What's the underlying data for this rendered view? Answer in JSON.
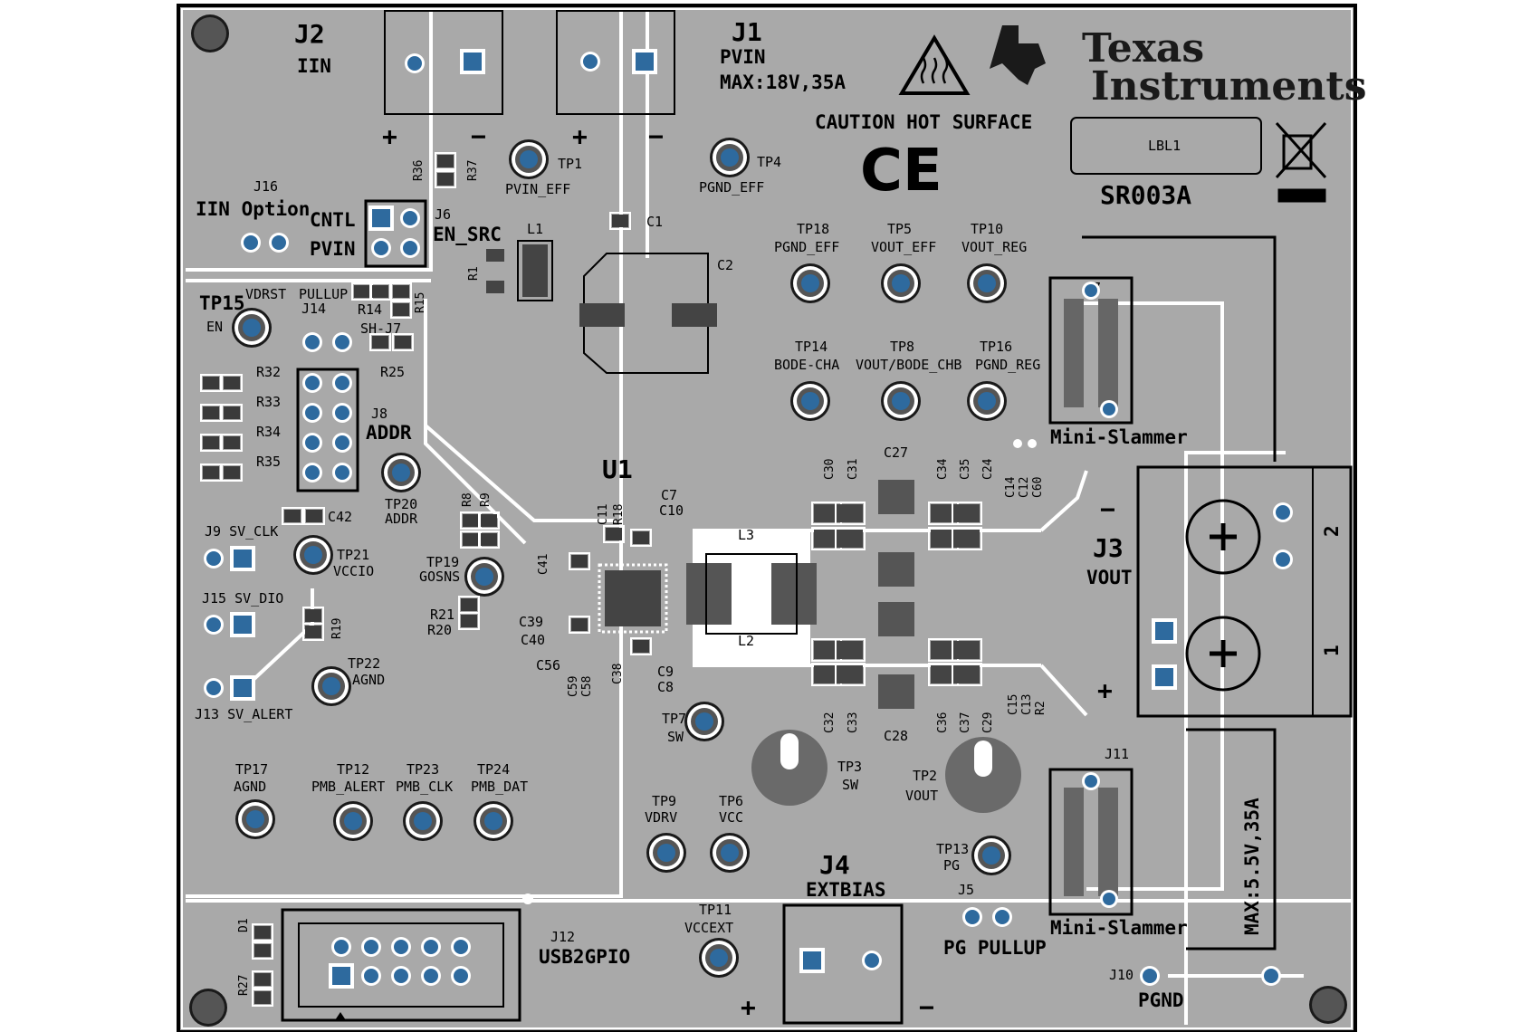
{
  "colors": {
    "board": "#a9a9a9",
    "trace": "#ffffff",
    "pad": "#2e6a9e",
    "copper": "#505050",
    "silk": "#000000"
  },
  "logo": {
    "line1": "Texas",
    "line2": "Instruments"
  },
  "labels": {
    "j2": "J2",
    "iin": "IIN",
    "j1": "J1",
    "pvin": "PVIN",
    "max_in": "MAX:18V,35A",
    "caution": "CAUTION HOT SURFACE",
    "ce": "CE",
    "lbl1": "LBL1",
    "sr": "SR003A",
    "plus": "+",
    "minus": "−",
    "tp1": "TP1",
    "pvin_eff": "PVIN_EFF",
    "tp4": "TP4",
    "pgnd_eff": "PGND_EFF",
    "r36": "R36",
    "r37": "R37",
    "j16": "J16",
    "iin_option": "IIN Option",
    "cntl": "CNTL",
    "pvin2": "PVIN",
    "j6": "J6",
    "en_src": "EN_SRC",
    "c1": "C1",
    "l1": "L1",
    "r1": "R1",
    "c2": "C2",
    "tp18": "TP18",
    "pgnd_eff2": "PGND_EFF",
    "tp5": "TP5",
    "vout_eff": "VOUT_EFF",
    "tp10": "TP10",
    "vout_reg": "VOUT_REG",
    "tp14": "TP14",
    "bode_cha": "BODE-CHA",
    "tp8": "TP8",
    "vout_bode": "VOUT/BODE_CHB",
    "tp16": "TP16",
    "pgnd_reg": "PGND_REG",
    "j7": "J7",
    "mini1": "Mini-Slammer",
    "j11": "J11",
    "mini2": "Mini-Slammer",
    "tp15": "TP15",
    "en": "EN",
    "vdrst": "VDRST",
    "pullup": "PULLUP",
    "j14": "J14",
    "r14": "R14",
    "r15": "R15",
    "shj7": "SH-J7",
    "r25": "R25",
    "r32": "R32",
    "r33": "R33",
    "r34": "R34",
    "r35": "R35",
    "j8": "J8",
    "addr": "ADDR",
    "tp20": "TP20",
    "addr2": "ADDR",
    "u1": "U1",
    "c7": "C7",
    "c10": "C10",
    "c11": "C11",
    "r18": "R18",
    "r8": "R8",
    "r9": "R9",
    "c42": "C42",
    "j9": "J9 SV_CLK",
    "tp21": "TP21",
    "vccio": "VCCIO",
    "j15": "J15 SV_DIO",
    "r19": "R19",
    "tp19": "TP19",
    "gosns": "GOSNS",
    "c41": "C41",
    "r21": "R21",
    "r20": "R20",
    "c39": "C39",
    "c40": "C40",
    "c56": "C56",
    "c59": "C59",
    "c58": "C58",
    "c38": "C38",
    "c9": "C9",
    "c8": "C8",
    "tp22": "TP22",
    "agnd": "AGND",
    "j13": "J13 SV_ALERT",
    "c30": "C30",
    "c31": "C31",
    "c27": "C27",
    "c34": "C34",
    "c35": "C35",
    "c24": "C24",
    "c14": "C14",
    "c12": "C12",
    "c60": "C60",
    "l3": "L3",
    "l2": "L2",
    "j3": "J3",
    "vout": "VOUT",
    "n2": "2",
    "n1": "1",
    "c32": "C32",
    "c33": "C33",
    "c28": "C28",
    "c36": "C36",
    "c37": "C37",
    "c29": "C29",
    "c15": "C15",
    "c13": "C13",
    "r2": "R2",
    "tp7": "TP7",
    "sw": "SW",
    "tp3": "TP3",
    "sw2": "SW",
    "tp2": "TP2",
    "vout2": "VOUT",
    "tp17": "TP17",
    "agnd2": "AGND",
    "tp12": "TP12",
    "pmb_alert": "PMB_ALERT",
    "tp23": "TP23",
    "pmb_clk": "PMB_CLK",
    "tp24": "TP24",
    "pmb_dat": "PMB_DAT",
    "tp9": "TP9",
    "vdrv": "VDRV",
    "tp6": "TP6",
    "vcc": "VCC",
    "tp13": "TP13",
    "pg": "PG",
    "max_out": "MAX:5.5V,35A",
    "j4": "J4",
    "extbias": "EXTBIAS",
    "j5": "J5",
    "pg_pullup": "PG PULLUP",
    "tp11": "TP11",
    "vccext": "VCCEXT",
    "d1": "D1",
    "r27": "R27",
    "j12": "J12",
    "usb2gpio": "USB2GPIO",
    "j10": "J10",
    "pgnd": "PGND"
  }
}
